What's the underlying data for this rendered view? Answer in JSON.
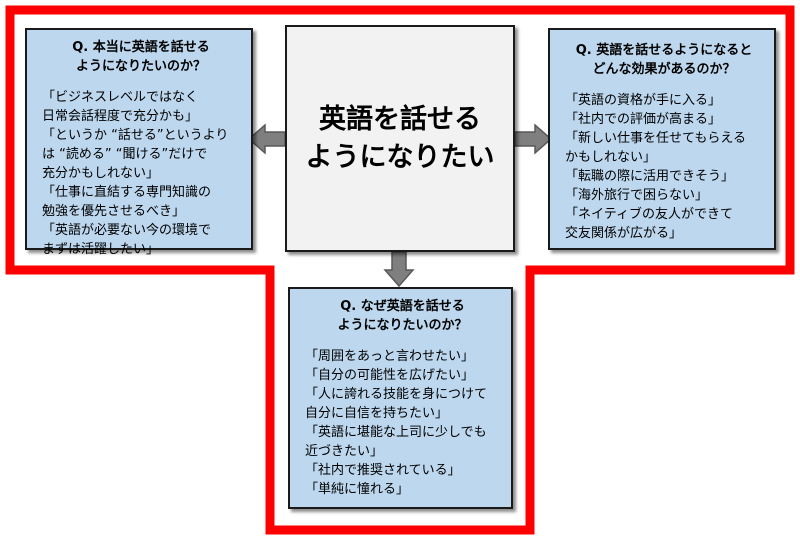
{
  "accent_colors": {
    "frame": "#ff0000",
    "question_box": "#bdd7ee",
    "center_box": "#f2f2f2",
    "arrow": "#7f7f7f"
  },
  "center": {
    "lines": [
      "英語を話せる",
      "ようになりたい"
    ]
  },
  "left": {
    "title": [
      "Q. 本当に英語を話せる",
      "ようになりたいのか？"
    ],
    "items": [
      [
        "「ビジネスレベルではなく",
        "日常会話程度で充分かも」"
      ],
      [
        "「というか “話せる”というより",
        "は “読める” “聞ける”だけで",
        "充分かもしれない」"
      ],
      [
        "「仕事に直結する専門知識の",
        "勉強を優先させるべき」"
      ],
      [
        "「英語が必要ない今の環境で",
        "まずは活躍したい」"
      ]
    ]
  },
  "right": {
    "title": [
      "Q. 英語を話せるようになると",
      "どんな効果があるのか？"
    ],
    "items": [
      [
        "「英語の資格が手に入る」"
      ],
      [
        "「社内での評価が高まる」"
      ],
      [
        "「新しい仕事を任せてもらえる",
        "かもしれない」"
      ],
      [
        "「転職の際に活用できそう」"
      ],
      [
        "「海外旅行で困らない」"
      ],
      [
        "「ネイティブの友人ができて",
        "交友関係が広がる」"
      ]
    ]
  },
  "bottom": {
    "title": [
      "Q. なぜ英語を話せる",
      "ようになりたいのか？"
    ],
    "items": [
      [
        "「周囲をあっと言わせたい」"
      ],
      [
        "「自分の可能性を広げたい」"
      ],
      [
        "「人に誇れる技能を身につけて",
        "自分に自信を持ちたい」"
      ],
      [
        "「英語に堪能な上司に少しでも",
        "近づきたい」"
      ],
      [
        "「社内で推奨されている」"
      ],
      [
        "「単純に憧れる」"
      ]
    ]
  }
}
